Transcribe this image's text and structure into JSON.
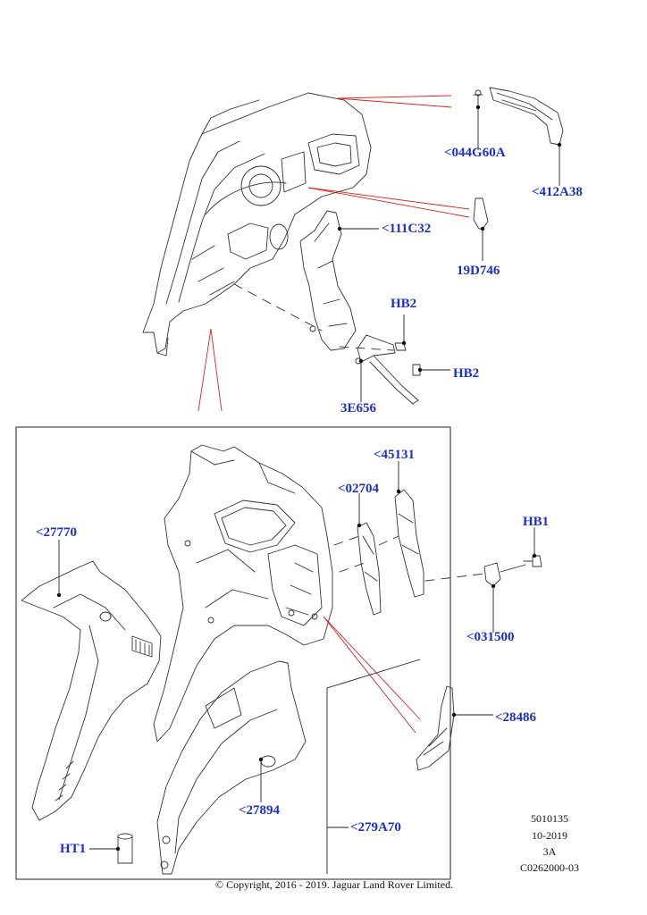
{
  "callouts": {
    "c044G60A": "<044G60A",
    "c412A38": "<412A38",
    "c111C32": "<111C32",
    "c19D746": "19D746",
    "hb2_top": "HB2",
    "hb2_right": "HB2",
    "c3E656": "3E656",
    "c45131": "<45131",
    "c02704": "<02704",
    "c27770": "<27770",
    "hb1": "HB1",
    "c031500": "<031500",
    "c28486": "<28486",
    "c27894": "<27894",
    "c279A70": "<279A70",
    "ht1": "HT1"
  },
  "drawing_info": {
    "number": "5010135",
    "date": "10-2019",
    "revision": "3A",
    "code": "C0262000-03"
  },
  "copyright": "© Copyright, 2016 - 2019. Jaguar Land Rover Limited.",
  "colors": {
    "callout_text": "#1b2fd0",
    "leader_red": "#e02020",
    "line_art": "#333333"
  }
}
